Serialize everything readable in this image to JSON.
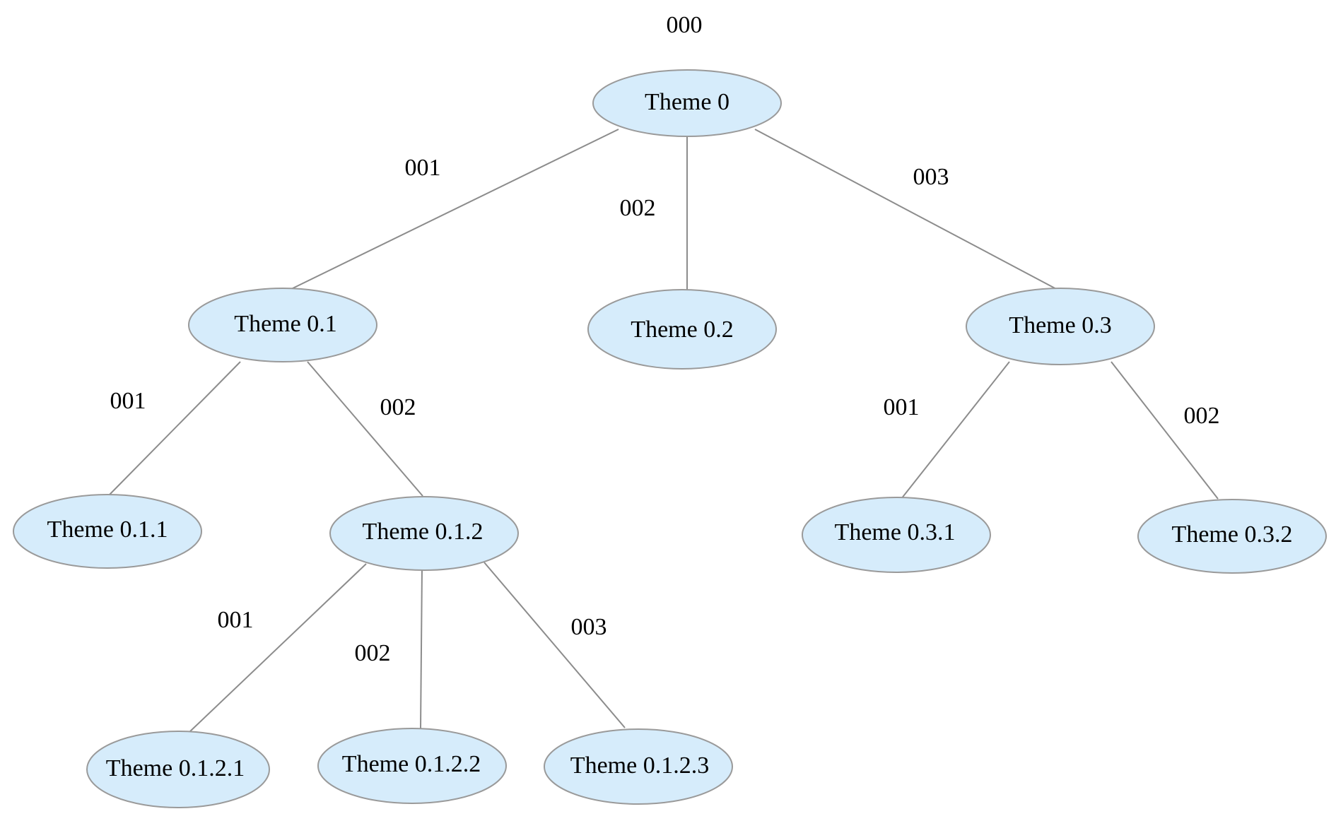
{
  "colors": {
    "node_fill": "#d6ecfb",
    "node_stroke": "#9a9a9a",
    "edge": "#8c8c8c",
    "text": "#000000",
    "background": "#ffffff"
  },
  "diagram": {
    "root_code": "000",
    "nodes": [
      {
        "id": "t0",
        "label": "Theme 0"
      },
      {
        "id": "t01",
        "label": "Theme 0.1"
      },
      {
        "id": "t02",
        "label": "Theme 0.2"
      },
      {
        "id": "t03",
        "label": "Theme 0.3"
      },
      {
        "id": "t011",
        "label": "Theme 0.1.1"
      },
      {
        "id": "t012",
        "label": "Theme 0.1.2"
      },
      {
        "id": "t031",
        "label": "Theme 0.3.1"
      },
      {
        "id": "t032",
        "label": "Theme 0.3.2"
      },
      {
        "id": "t0121",
        "label": "Theme 0.1.2.1"
      },
      {
        "id": "t0122",
        "label": "Theme 0.1.2.2"
      },
      {
        "id": "t0123",
        "label": "Theme 0.1.2.3"
      }
    ],
    "edges": [
      {
        "from": "t0",
        "to": "t01",
        "label": "001"
      },
      {
        "from": "t0",
        "to": "t02",
        "label": "002"
      },
      {
        "from": "t0",
        "to": "t03",
        "label": "003"
      },
      {
        "from": "t01",
        "to": "t011",
        "label": "001"
      },
      {
        "from": "t01",
        "to": "t012",
        "label": "002"
      },
      {
        "from": "t03",
        "to": "t031",
        "label": "001"
      },
      {
        "from": "t03",
        "to": "t032",
        "label": "002"
      },
      {
        "from": "t012",
        "to": "t0121",
        "label": "001"
      },
      {
        "from": "t012",
        "to": "t0122",
        "label": "002"
      },
      {
        "from": "t012",
        "to": "t0123",
        "label": "003"
      }
    ]
  }
}
